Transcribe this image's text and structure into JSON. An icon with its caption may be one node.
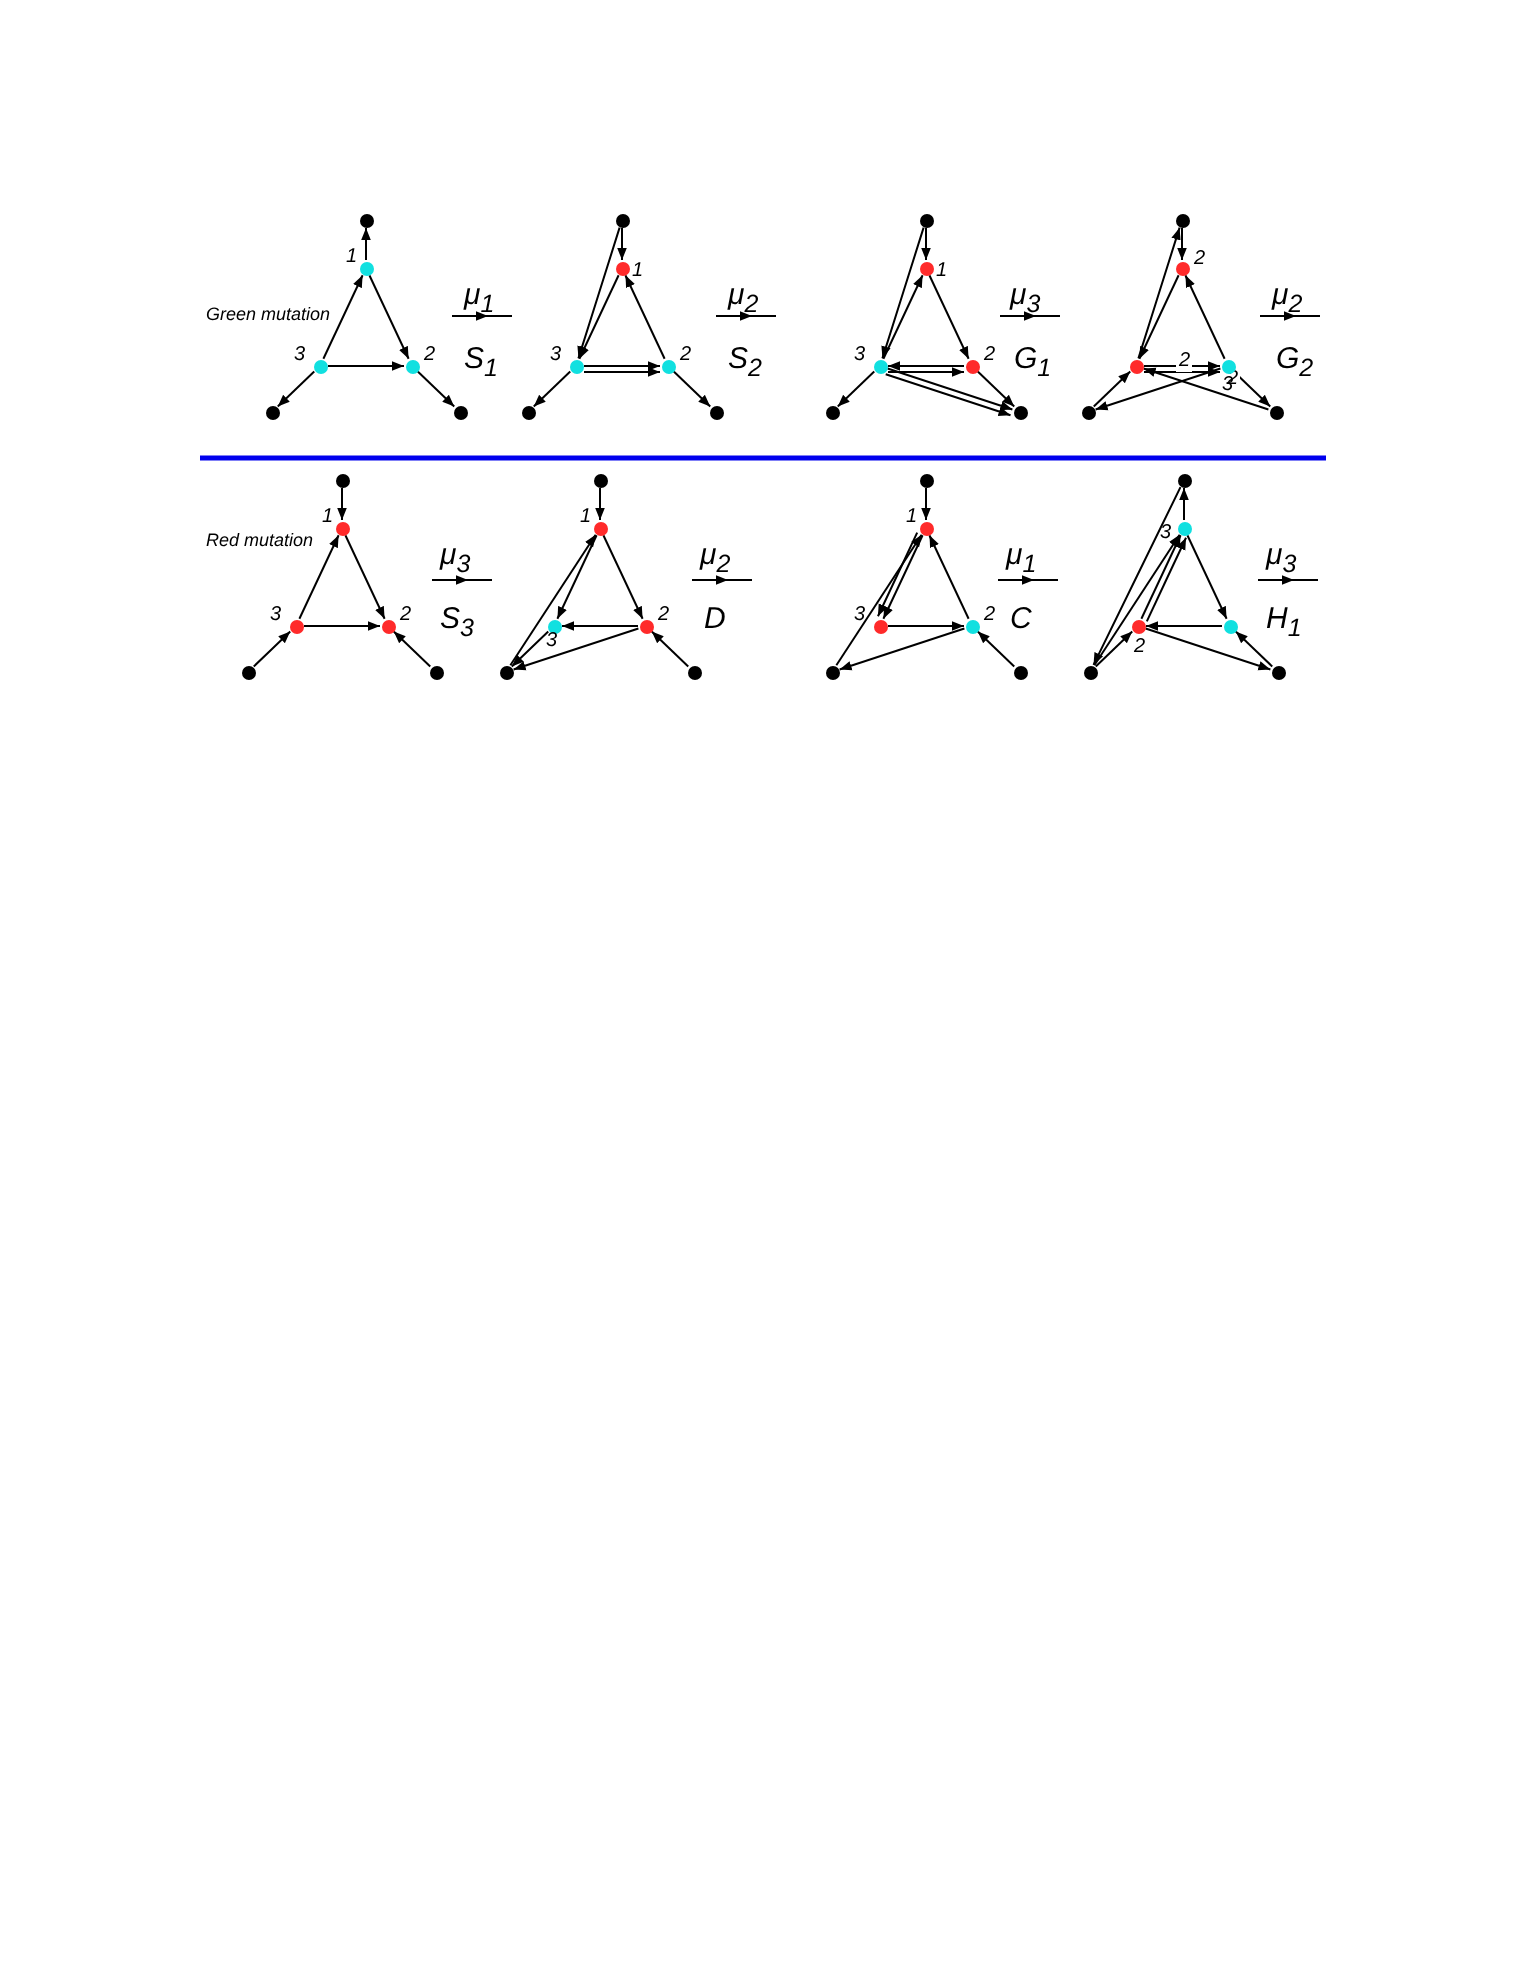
{
  "diagram": {
    "nodes": [
      {
        "text": [],
        "shape": "circle"
      },
      {
        "text": [],
        "shape": "circle",
        "beside": [
          "1"
        ]
      },
      {
        "text": [],
        "shape": "circle",
        "beside": [
          "3"
        ]
      },
      {
        "text": [],
        "shape": "circle",
        "beside": [
          "2"
        ]
      },
      {
        "text": [],
        "shape": "circle"
      },
      {
        "text": [],
        "shape": "circle"
      },
      {
        "text": [],
        "shape": "circle"
      },
      {
        "text": [],
        "shape": "circle",
        "beside": [
          "1"
        ]
      },
      {
        "text": [],
        "shape": "circle",
        "beside": [
          "3"
        ]
      },
      {
        "text": [],
        "shape": "circle",
        "beside": [
          "2"
        ]
      },
      {
        "text": [],
        "shape": "circle"
      },
      {
        "text": [],
        "shape": "circle"
      },
      {
        "text": [],
        "shape": "circle"
      },
      {
        "text": [],
        "shape": "circle",
        "beside": [
          "1"
        ]
      },
      {
        "text": [],
        "shape": "circle",
        "beside": [
          "3"
        ]
      },
      {
        "text": [],
        "shape": "circle",
        "beside": [
          "2"
        ]
      },
      {
        "text": [],
        "shape": "circle"
      },
      {
        "text": [],
        "shape": "circle"
      },
      {
        "text": [],
        "shape": "circle"
      },
      {
        "text": [],
        "shape": "circle",
        "beside": [
          "2"
        ]
      },
      {
        "text": [],
        "shape": "circle"
      },
      {
        "text": [],
        "shape": "circle",
        "beside": [
          "3"
        ]
      },
      {
        "text": [],
        "shape": "circle"
      },
      {
        "text": [],
        "shape": "circle"
      },
      {
        "text": [],
        "shape": "circle"
      },
      {
        "text": [],
        "shape": "circle",
        "beside": [
          "1"
        ]
      },
      {
        "text": [],
        "shape": "circle",
        "beside": [
          "3"
        ]
      },
      {
        "text": [],
        "shape": "circle",
        "beside": [
          "2"
        ]
      },
      {
        "text": [],
        "shape": "circle"
      },
      {
        "text": [],
        "shape": "circle"
      },
      {
        "text": [],
        "shape": "circle"
      },
      {
        "text": [],
        "shape": "circle",
        "beside": [
          "1"
        ]
      },
      {
        "text": [],
        "shape": "circle",
        "beside": [
          "3"
        ]
      },
      {
        "text": [],
        "shape": "circle",
        "beside": [
          "2"
        ]
      },
      {
        "text": [],
        "shape": "circle"
      },
      {
        "text": [],
        "shape": "circle"
      },
      {
        "text": [],
        "shape": "circle"
      },
      {
        "text": [],
        "shape": "circle",
        "beside": [
          "1"
        ]
      },
      {
        "text": [],
        "shape": "circle",
        "beside": [
          "3"
        ]
      },
      {
        "text": [],
        "shape": "circle",
        "beside": [
          "2"
        ]
      },
      {
        "text": [],
        "shape": "circle"
      },
      {
        "text": [],
        "shape": "circle"
      },
      {
        "text": [],
        "shape": "circle"
      },
      {
        "text": [],
        "shape": "circle",
        "beside": [
          "3"
        ]
      },
      {
        "text": [],
        "shape": "circle",
        "beside": [
          "2"
        ]
      },
      {
        "text": [],
        "shape": "circle"
      },
      {
        "text": [],
        "shape": "circle"
      },
      {
        "text": [],
        "shape": "circle"
      }
    ],
    "edges": [
      {
        "from": 1,
        "to": 0,
        "arrow": "to"
      },
      {
        "from": 1,
        "to": 3,
        "arrow": "to"
      },
      {
        "from": 2,
        "to": 1,
        "arrow": "to"
      },
      {
        "from": 2,
        "to": 3,
        "arrow": "to"
      },
      {
        "from": 2,
        "to": 4,
        "arrow": "to"
      },
      {
        "from": 3,
        "to": 5,
        "arrow": "to"
      },
      {
        "from": 6,
        "to": 7,
        "arrow": "to"
      },
      {
        "from": 9,
        "to": 7,
        "arrow": "to"
      },
      {
        "from": 7,
        "to": 8,
        "arrow": "to"
      },
      {
        "from": 6,
        "to": 8,
        "arrow": "to"
      },
      {
        "from": 8,
        "to": 9,
        "arrow": "to"
      },
      {
        "from": 8,
        "to": 9,
        "arrow": "to"
      },
      {
        "from": 8,
        "to": 10,
        "arrow": "to"
      },
      {
        "from": 9,
        "to": 11,
        "arrow": "to"
      },
      {
        "from": 12,
        "to": 13,
        "arrow": "to"
      },
      {
        "from": 12,
        "to": 14,
        "arrow": "to"
      },
      {
        "from": 14,
        "to": 13,
        "arrow": "to"
      },
      {
        "from": 13,
        "to": 15,
        "arrow": "to"
      },
      {
        "from": 15,
        "to": 14,
        "arrow": "to"
      },
      {
        "from": 14,
        "to": 15,
        "arrow": "to"
      },
      {
        "from": 14,
        "to": 16,
        "arrow": "to"
      },
      {
        "from": 14,
        "to": 17,
        "arrow": "to"
      },
      {
        "from": 14,
        "to": 17,
        "arrow": "to"
      },
      {
        "from": 15,
        "to": 17,
        "arrow": "to"
      },
      {
        "from": 18,
        "to": 19,
        "arrow": "to"
      },
      {
        "from": 20,
        "to": 18,
        "arrow": "to"
      },
      {
        "from": 19,
        "to": 20,
        "arrow": "to"
      },
      {
        "from": 21,
        "to": 19,
        "arrow": "to"
      },
      {
        "from": 20,
        "to": 21,
        "arrow": "to"
      },
      {
        "from": 20,
        "to": 21,
        "arrow": "to"
      },
      {
        "from": 22,
        "to": 20,
        "arrow": "to"
      },
      {
        "from": 21,
        "to": 22,
        "arrow": "to",
        "label": "2"
      },
      {
        "from": 23,
        "to": 20,
        "arrow": "to",
        "label": "2"
      },
      {
        "from": 21,
        "to": 23,
        "arrow": "to"
      },
      {
        "from": 24,
        "to": 25,
        "arrow": "to"
      },
      {
        "from": 25,
        "to": 27,
        "arrow": "to"
      },
      {
        "from": 26,
        "to": 25,
        "arrow": "to"
      },
      {
        "from": 26,
        "to": 27,
        "arrow": "to"
      },
      {
        "from": 28,
        "to": 26,
        "arrow": "to"
      },
      {
        "from": 29,
        "to": 27,
        "arrow": "to"
      },
      {
        "from": 30,
        "to": 31,
        "arrow": "to"
      },
      {
        "from": 31,
        "to": 33,
        "arrow": "to"
      },
      {
        "from": 33,
        "to": 32,
        "arrow": "to"
      },
      {
        "from": 31,
        "to": 32,
        "arrow": "to"
      },
      {
        "from": 34,
        "to": 31,
        "arrow": "to"
      },
      {
        "from": 32,
        "to": 34,
        "arrow": "to"
      },
      {
        "from": 33,
        "to": 34,
        "arrow": "to"
      },
      {
        "from": 35,
        "to": 33,
        "arrow": "to"
      },
      {
        "from": 36,
        "to": 37,
        "arrow": "to"
      },
      {
        "from": 39,
        "to": 37,
        "arrow": "to"
      },
      {
        "from": 38,
        "to": 39,
        "arrow": "to"
      },
      {
        "from": 37,
        "to": 38,
        "arrow": "to"
      },
      {
        "from": 37,
        "to": 38,
        "arrow": "to"
      },
      {
        "from": 40,
        "to": 37,
        "arrow": "to"
      },
      {
        "from": 39,
        "to": 40,
        "arrow": "to"
      },
      {
        "from": 41,
        "to": 39,
        "arrow": "to"
      },
      {
        "from": 43,
        "to": 42,
        "arrow": "to"
      },
      {
        "from": 43,
        "to": 45,
        "arrow": "to"
      },
      {
        "from": 45,
        "to": 44,
        "arrow": "to"
      },
      {
        "from": 44,
        "to": 43,
        "arrow": "to"
      },
      {
        "from": 44,
        "to": 43,
        "arrow": "to"
      },
      {
        "from": 42,
        "to": 46,
        "arrow": "to"
      },
      {
        "from": 46,
        "to": 43,
        "arrow": "to"
      },
      {
        "from": 46,
        "to": 44,
        "arrow": "to"
      },
      {
        "from": 44,
        "to": 47,
        "arrow": "to"
      },
      {
        "from": 47,
        "to": 45,
        "arrow": "to"
      }
    ],
    "labels": [
      "Green mutation",
      "μ$_{1}$",
      "S$_{1}$",
      "μ$_{2}$",
      "S$_{2}$",
      "μ$_{3}$",
      "G$_{1}$",
      "μ$_{2}$",
      "G$_{2}$",
      "Red mutation",
      "μ$_{3}$",
      "S$_{3}$",
      "μ$_{2}$",
      "D",
      "μ$_{1}$",
      "C",
      "μ$_{3}$",
      "H$_{1}$"
    ]
  }
}
